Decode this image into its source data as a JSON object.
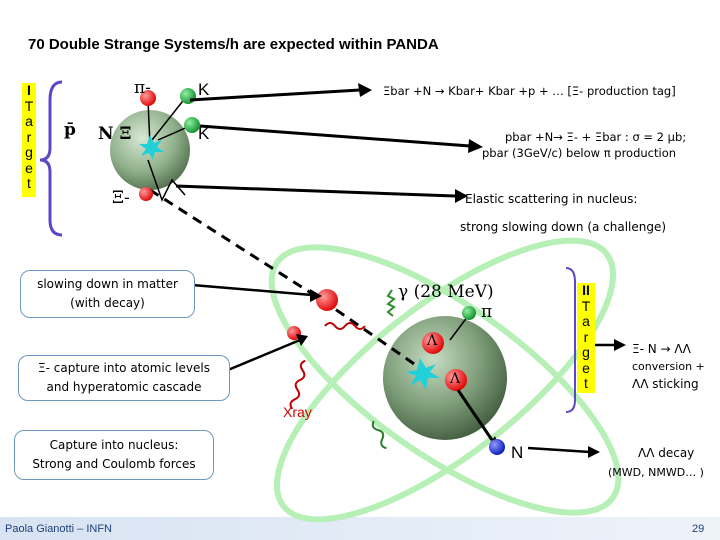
{
  "title": "70 Double Strange Systems/h are expected within PANDA",
  "target_1": {
    "number": "I",
    "letters": [
      "T",
      "a",
      "r",
      "g",
      "e",
      "t"
    ]
  },
  "target_2": {
    "number": "II",
    "letters": [
      "T",
      "a",
      "r",
      "g",
      "e",
      "t"
    ]
  },
  "labels": {
    "pi_top": "π-",
    "K_top": "K",
    "pbar": "p̄",
    "N_Xi_bar": "N Ξ̄",
    "K_mid": "K",
    "Xi_minus": "Ξ-",
    "gamma": "γ (28 MeV)",
    "pi_right": "π",
    "lambda_top": "Λ",
    "lambda_bottom": "Λ",
    "xray": "Xray",
    "N_bottom": "N"
  },
  "notes": {
    "production_tag": "Ξbar +N → Kbar+ Kbar +p + … [Ξ- production tag]",
    "cross_section_1": "pbar +N→ Ξ- + Ξbar : σ = 2 μb;",
    "cross_section_2": "pbar (3GeV/c) below π production",
    "elastic": "Elastic scattering in nucleus:",
    "slowing": "strong slowing down (a challenge)",
    "capture_reaction": "Ξ- N → ΛΛ",
    "conversion": "conversion +",
    "sticking": "ΛΛ sticking",
    "decay": "ΛΛ decay",
    "decay_modes": "(MWD, NMWD… )"
  },
  "boxes": {
    "slowing_matter_1": "slowing down in matter",
    "slowing_matter_2": "(with decay)",
    "capture_atomic_1": "Ξ- capture into atomic levels",
    "capture_atomic_2": "and hyperatomic cascade",
    "capture_nucleus_1": "Capture into nucleus:",
    "capture_nucleus_2": "Strong and Coulomb forces"
  },
  "footer": {
    "author": "Paola Gianotti – INFN",
    "page": "29"
  },
  "colors": {
    "target_bg": "#ffff00",
    "brace": "#5b48c7",
    "particle_red": "#ff1f1f",
    "particle_green": "#18a83a",
    "particle_blue": "#1b2ad8",
    "nucleus_dark": "#4e6b4a",
    "nucleus_light": "#9fc09a",
    "box_border": "#6f98c2"
  }
}
